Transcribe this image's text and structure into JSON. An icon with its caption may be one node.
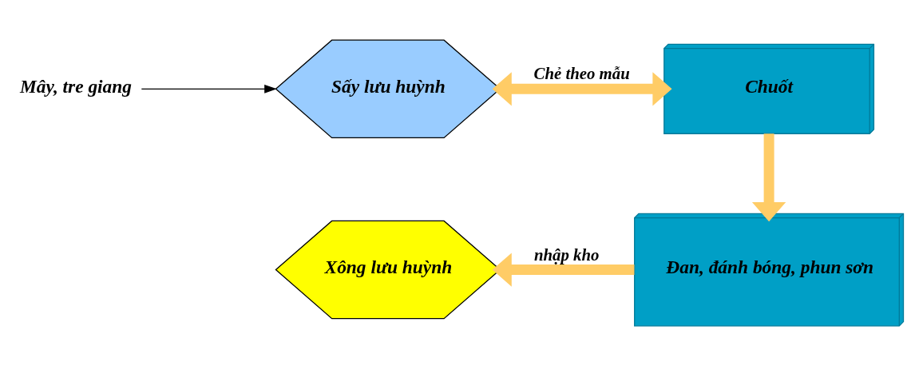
{
  "diagram": {
    "nodes": [
      {
        "text": [
          "Mây, tre giang"
        ]
      },
      {
        "text": [
          "Sấy lưu huỳnh"
        ]
      },
      {
        "text": [
          "Chuốt"
        ]
      },
      {
        "text": [
          "Đan, đánh bóng, phun sơn"
        ]
      },
      {
        "text": [
          "Xông lưu huỳnh"
        ]
      }
    ],
    "edges": [
      {
        "from": 0,
        "to": 1,
        "arrow": "to",
        "color": "#000000"
      },
      {
        "from": 1,
        "to": 2,
        "arrow": "both",
        "label": "Chẻ theo mẫu",
        "color": "#ffcc66"
      },
      {
        "from": 2,
        "to": 3,
        "arrow": "to",
        "color": "#ffcc66"
      },
      {
        "from": 3,
        "to": 4,
        "arrow": "to",
        "label": "nhập kho",
        "color": "#ffcc66"
      }
    ]
  }
}
